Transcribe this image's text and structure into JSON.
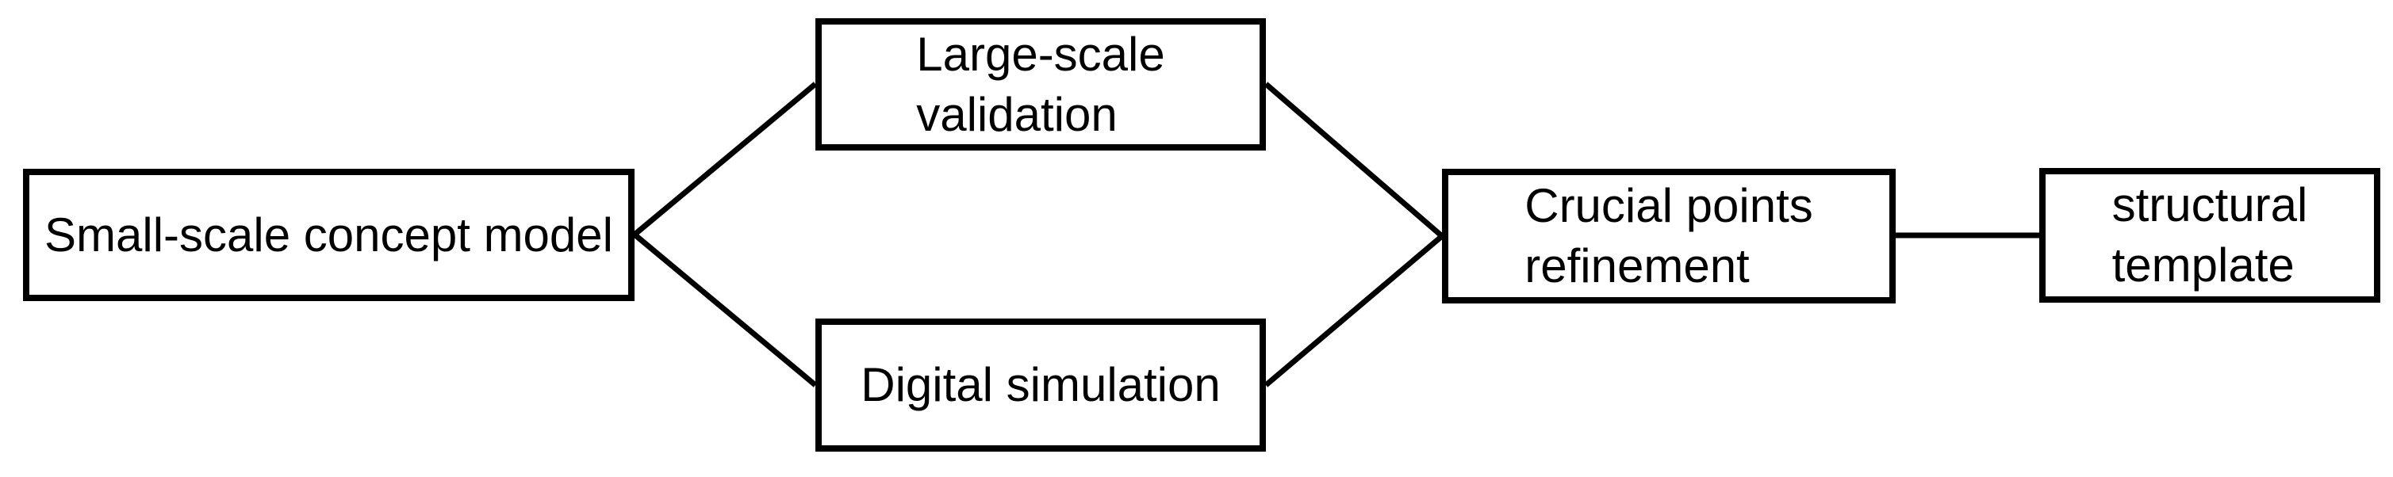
{
  "colors": {
    "background": "#ffffff",
    "box_border": "#000000",
    "text": "#000000",
    "connector": "#000000"
  },
  "diagram": {
    "nodes": [
      {
        "id": "small-scale-concept-model",
        "label": "Small-scale concept model"
      },
      {
        "id": "large-scale-validation",
        "label": "Large-scale\nvalidation"
      },
      {
        "id": "digital-simulation",
        "label": "Digital simulation"
      },
      {
        "id": "crucial-points-refinement",
        "label": "Crucial points\nrefinement"
      },
      {
        "id": "structural-template",
        "label": "structural\ntemplate"
      }
    ],
    "edges": [
      {
        "from": "small-scale-concept-model",
        "to": "large-scale-validation"
      },
      {
        "from": "small-scale-concept-model",
        "to": "digital-simulation"
      },
      {
        "from": "large-scale-validation",
        "to": "crucial-points-refinement"
      },
      {
        "from": "digital-simulation",
        "to": "crucial-points-refinement"
      },
      {
        "from": "crucial-points-refinement",
        "to": "structural-template"
      }
    ]
  }
}
